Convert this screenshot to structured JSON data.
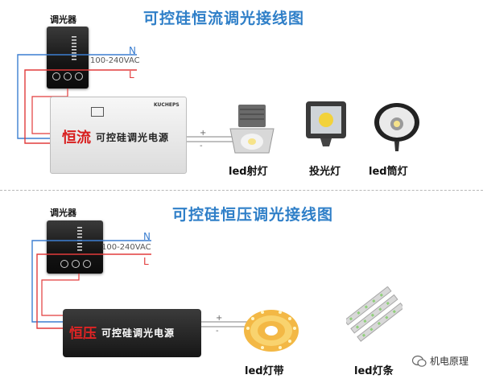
{
  "top": {
    "title": "可控硅恒流调光接线图",
    "dimmer_label": "调光器",
    "line_n": "N",
    "line_l": "L",
    "voltage": "100-240VAC",
    "driver_badge": "恒流",
    "driver_text": "可控硅调光电源",
    "brand": "KUCHEPS",
    "plus": "+",
    "minus": "-",
    "lamps": [
      "led射灯",
      "投光灯",
      "led筒灯"
    ]
  },
  "bottom": {
    "title": "可控硅恒压调光接线图",
    "dimmer_label": "调光器",
    "line_n": "N",
    "line_l": "L",
    "voltage": "100-240VAC",
    "driver_badge": "恒压",
    "driver_text": "可控硅调光电源",
    "plus": "+",
    "minus": "-",
    "lamps": [
      "led灯带",
      "led灯条"
    ]
  },
  "watermark": "机电原理",
  "colors": {
    "title": "#2f7fc8",
    "live": "#e23b3b",
    "neutral": "#3c7fd1",
    "badge": "#d81e1e"
  }
}
